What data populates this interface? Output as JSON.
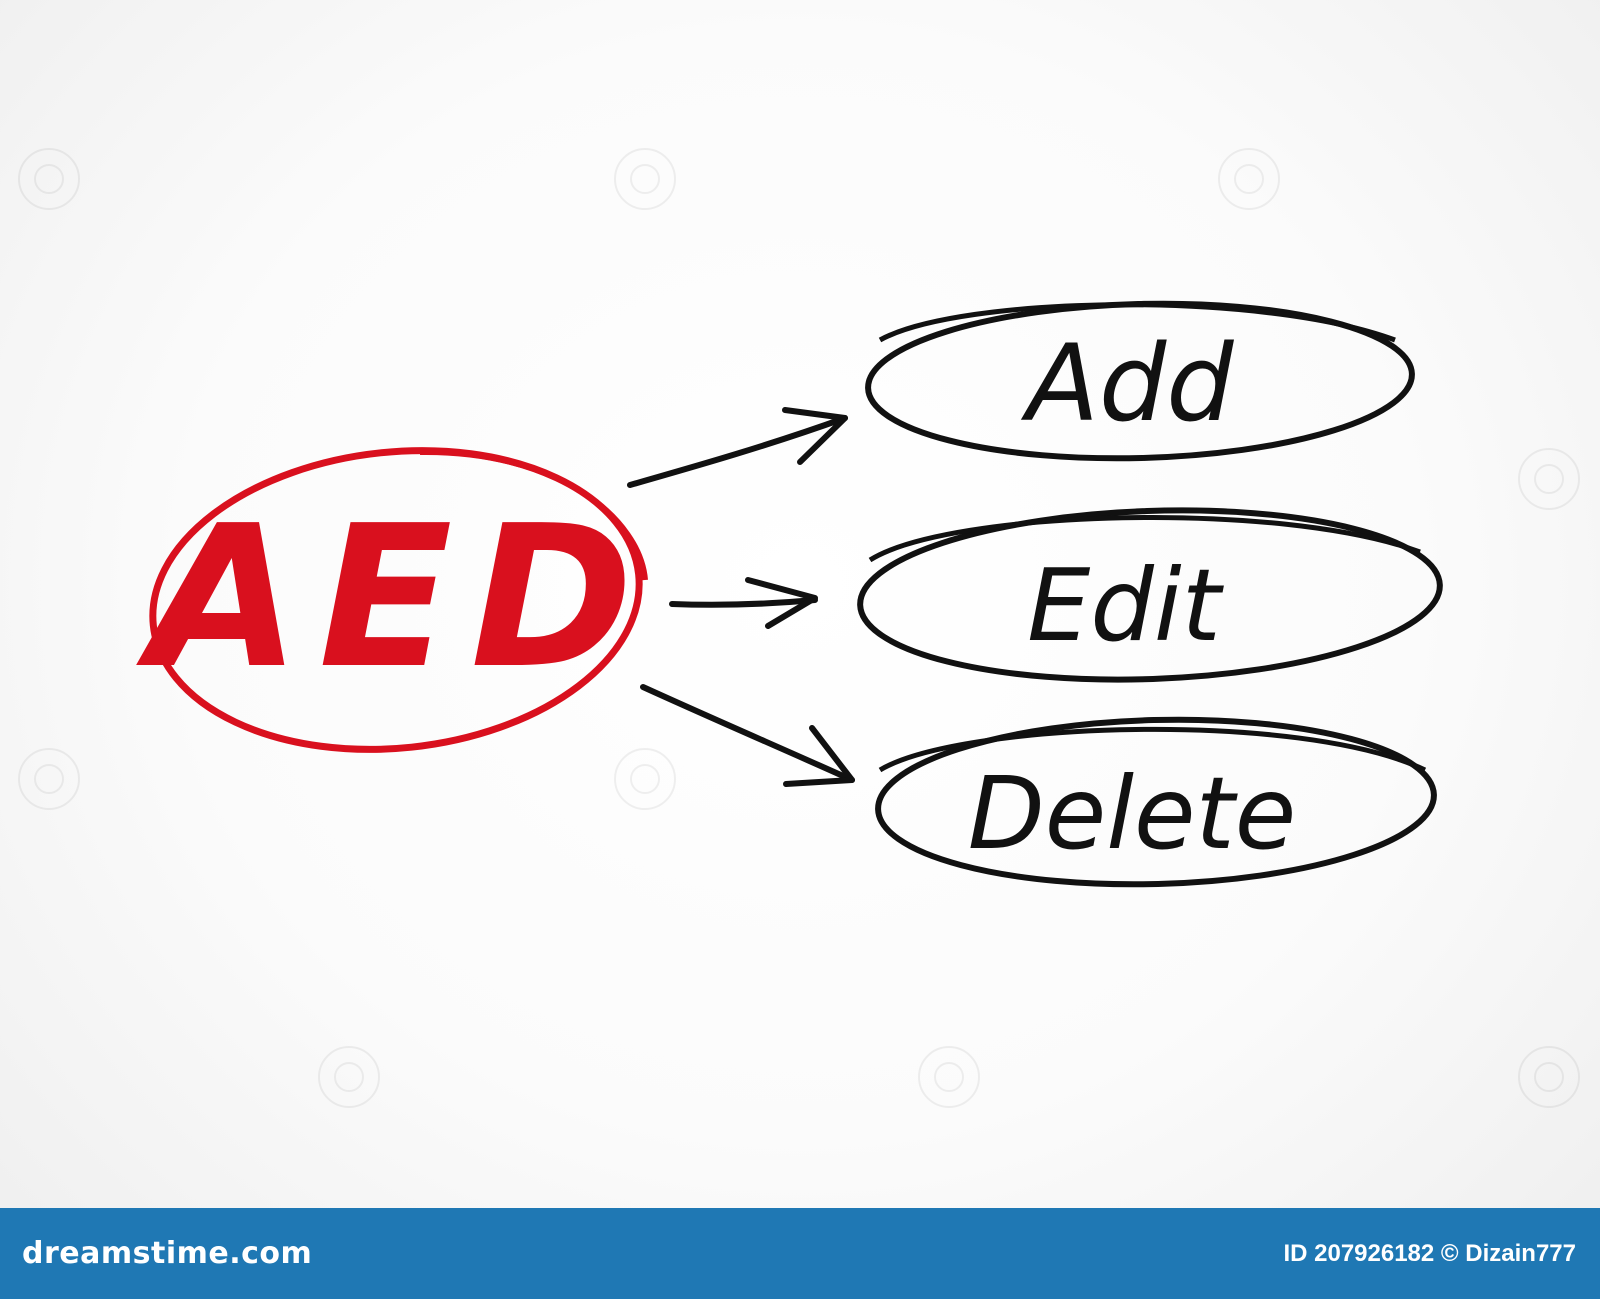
{
  "diagram": {
    "center": {
      "label": "AED",
      "color": "#d9101e"
    },
    "nodes": [
      {
        "label": "Add"
      },
      {
        "label": "Edit"
      },
      {
        "label": "Delete"
      }
    ],
    "stroke_color": "#111111"
  },
  "footer": {
    "brand": "dreamstime.com",
    "credit": "ID 207926182 © Dizain777",
    "color": "#1f78b4"
  }
}
